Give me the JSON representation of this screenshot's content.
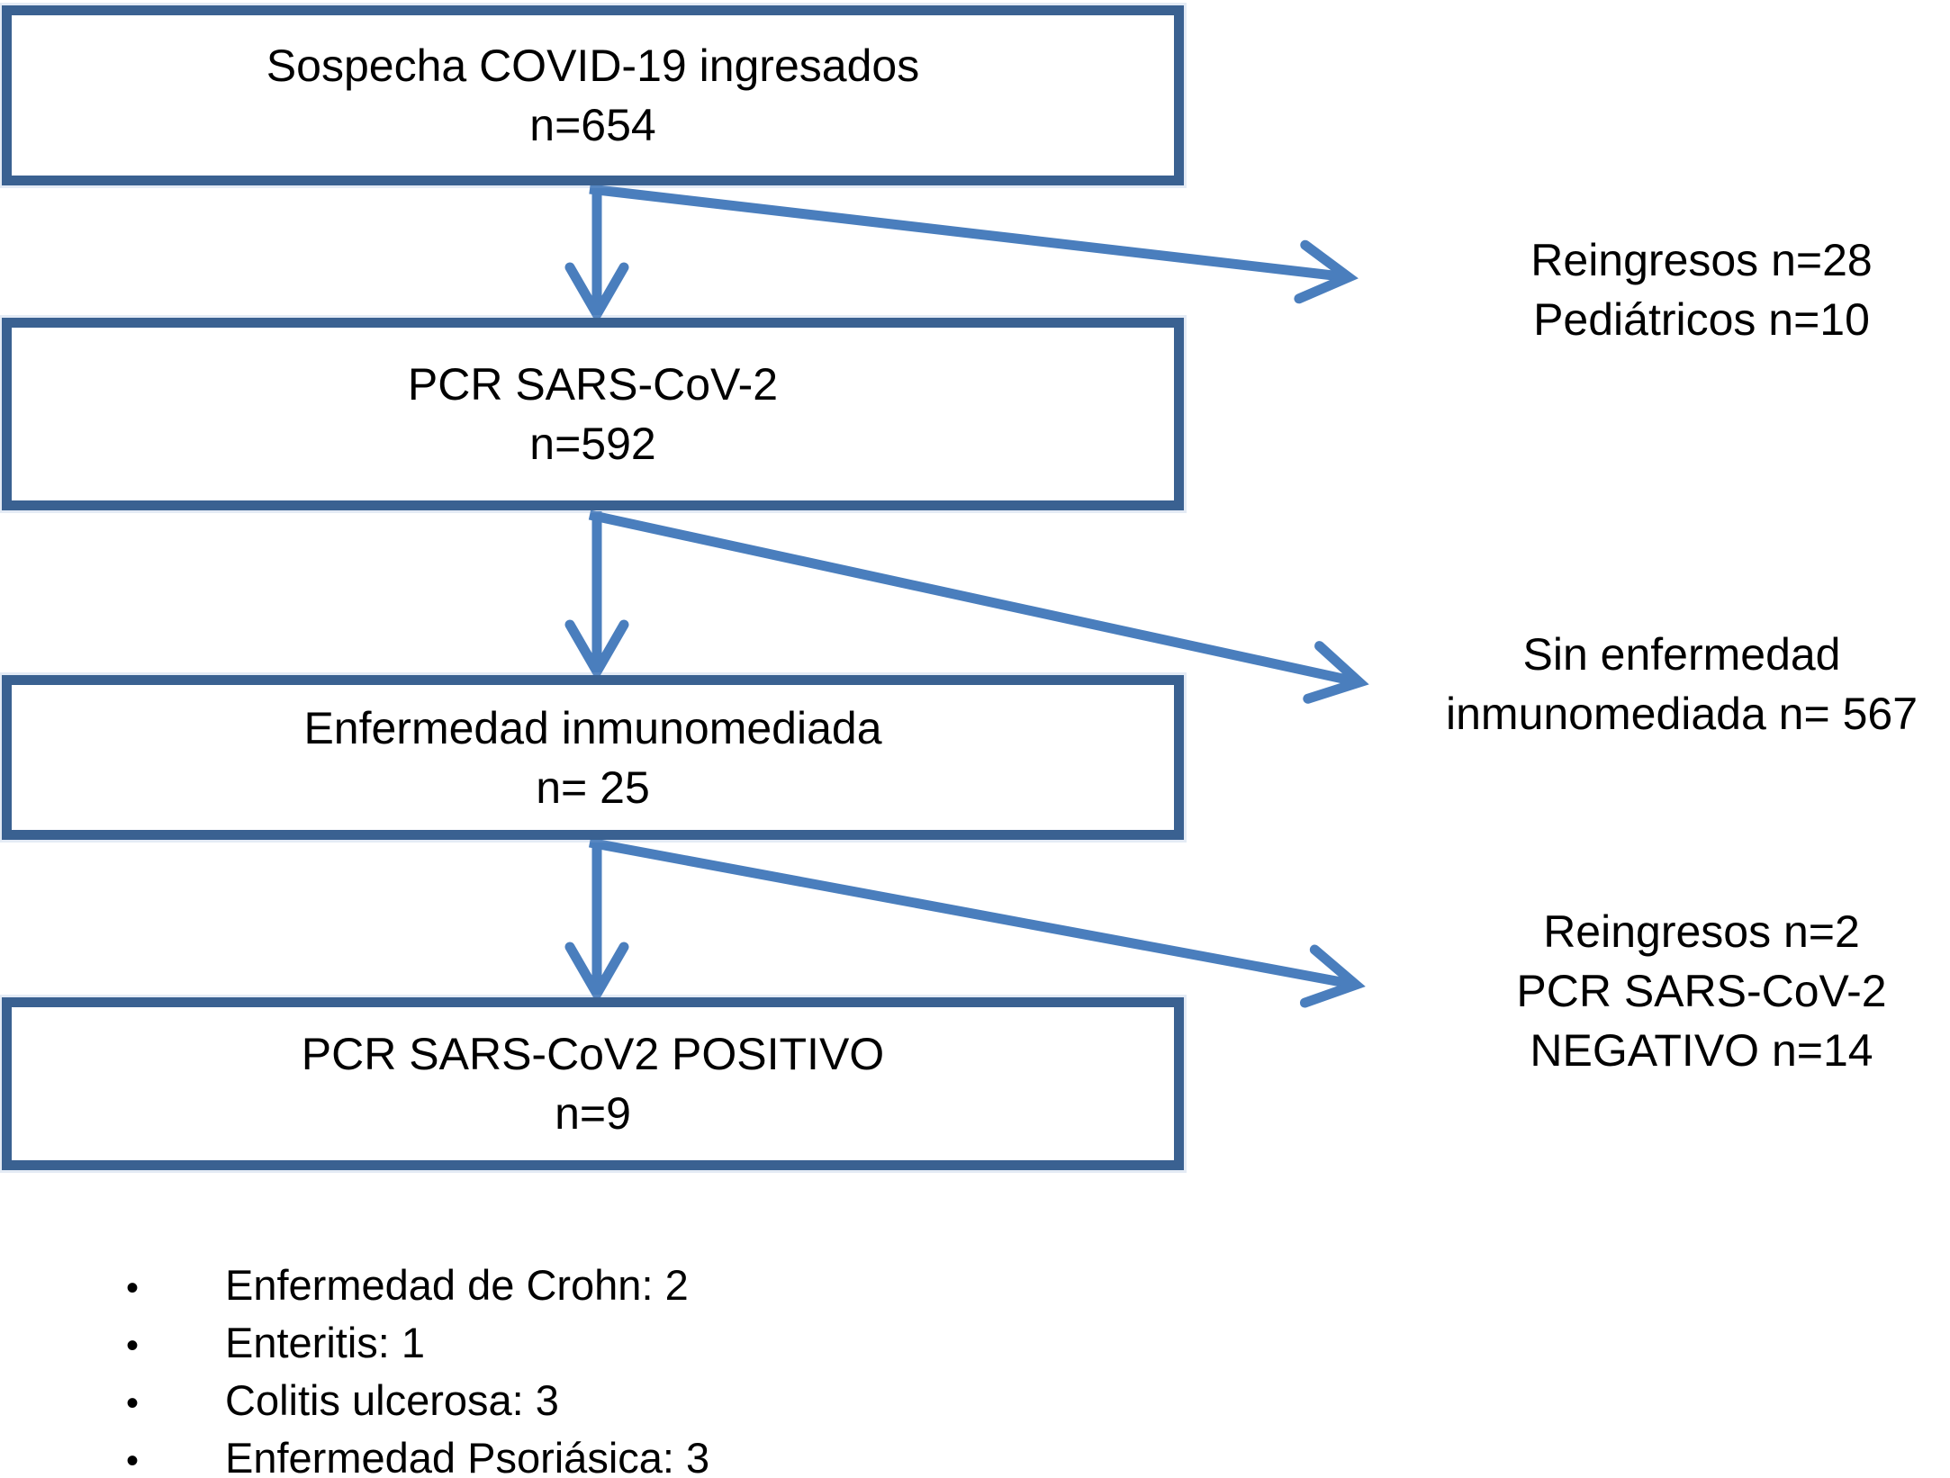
{
  "colors": {
    "box_border": "#3a6191",
    "arrow": "#4a7ebd",
    "text": "#000000",
    "background": "#ffffff"
  },
  "boxes": [
    {
      "line1": "Sospecha COVID-19 ingresados",
      "line2": "n=654"
    },
    {
      "line1": "PCR SARS-CoV-2",
      "line2": "n=592"
    },
    {
      "line1": "Enfermedad inmunomediada",
      "line2": "n= 25"
    },
    {
      "line1": "PCR SARS-CoV2 POSITIVO",
      "line2": "n=9"
    }
  ],
  "exclusions": [
    {
      "lines": [
        "Reingresos n=28",
        "Pediátricos n=10"
      ]
    },
    {
      "lines": [
        "Sin enfermedad",
        "inmunomediada n= 567"
      ]
    },
    {
      "lines": [
        "Reingresos n=2",
        "PCR SARS-CoV-2",
        "NEGATIVO n=14"
      ]
    }
  ],
  "bullets": {
    "marker": "•",
    "items": [
      "Enfermedad de Crohn: 2",
      "Enteritis: 1",
      "Colitis ulcerosa: 3",
      "Enfermedad Psoriásica: 3"
    ]
  }
}
